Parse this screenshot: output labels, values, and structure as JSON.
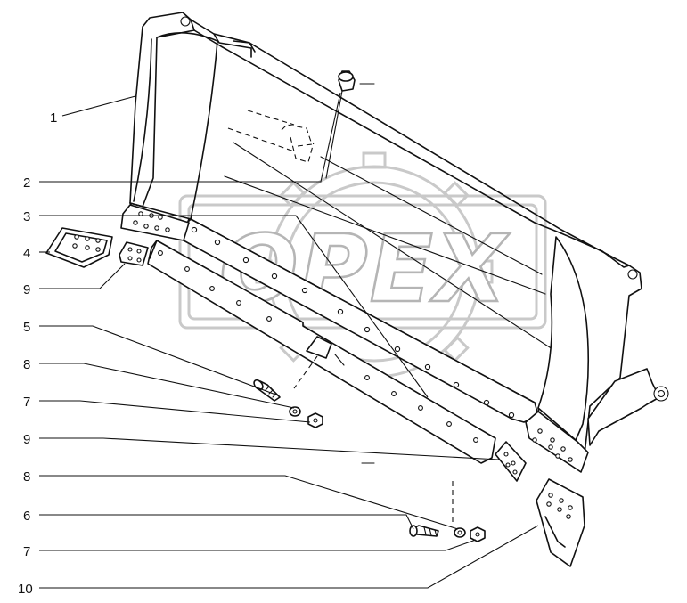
{
  "watermark": {
    "text": "OPEX",
    "color": "#b5b5b5"
  },
  "callouts": [
    {
      "id": "c1",
      "label": "1"
    },
    {
      "id": "c2",
      "label": "2"
    },
    {
      "id": "c3",
      "label": "3"
    },
    {
      "id": "c4",
      "label": "4"
    },
    {
      "id": "c9a",
      "label": "9"
    },
    {
      "id": "c5",
      "label": "5"
    },
    {
      "id": "c8a",
      "label": "8"
    },
    {
      "id": "c7a",
      "label": "7"
    },
    {
      "id": "c9b",
      "label": "9"
    },
    {
      "id": "c8b",
      "label": "8"
    },
    {
      "id": "c6",
      "label": "6"
    },
    {
      "id": "c7b",
      "label": "7"
    },
    {
      "id": "c10",
      "label": "10"
    }
  ]
}
